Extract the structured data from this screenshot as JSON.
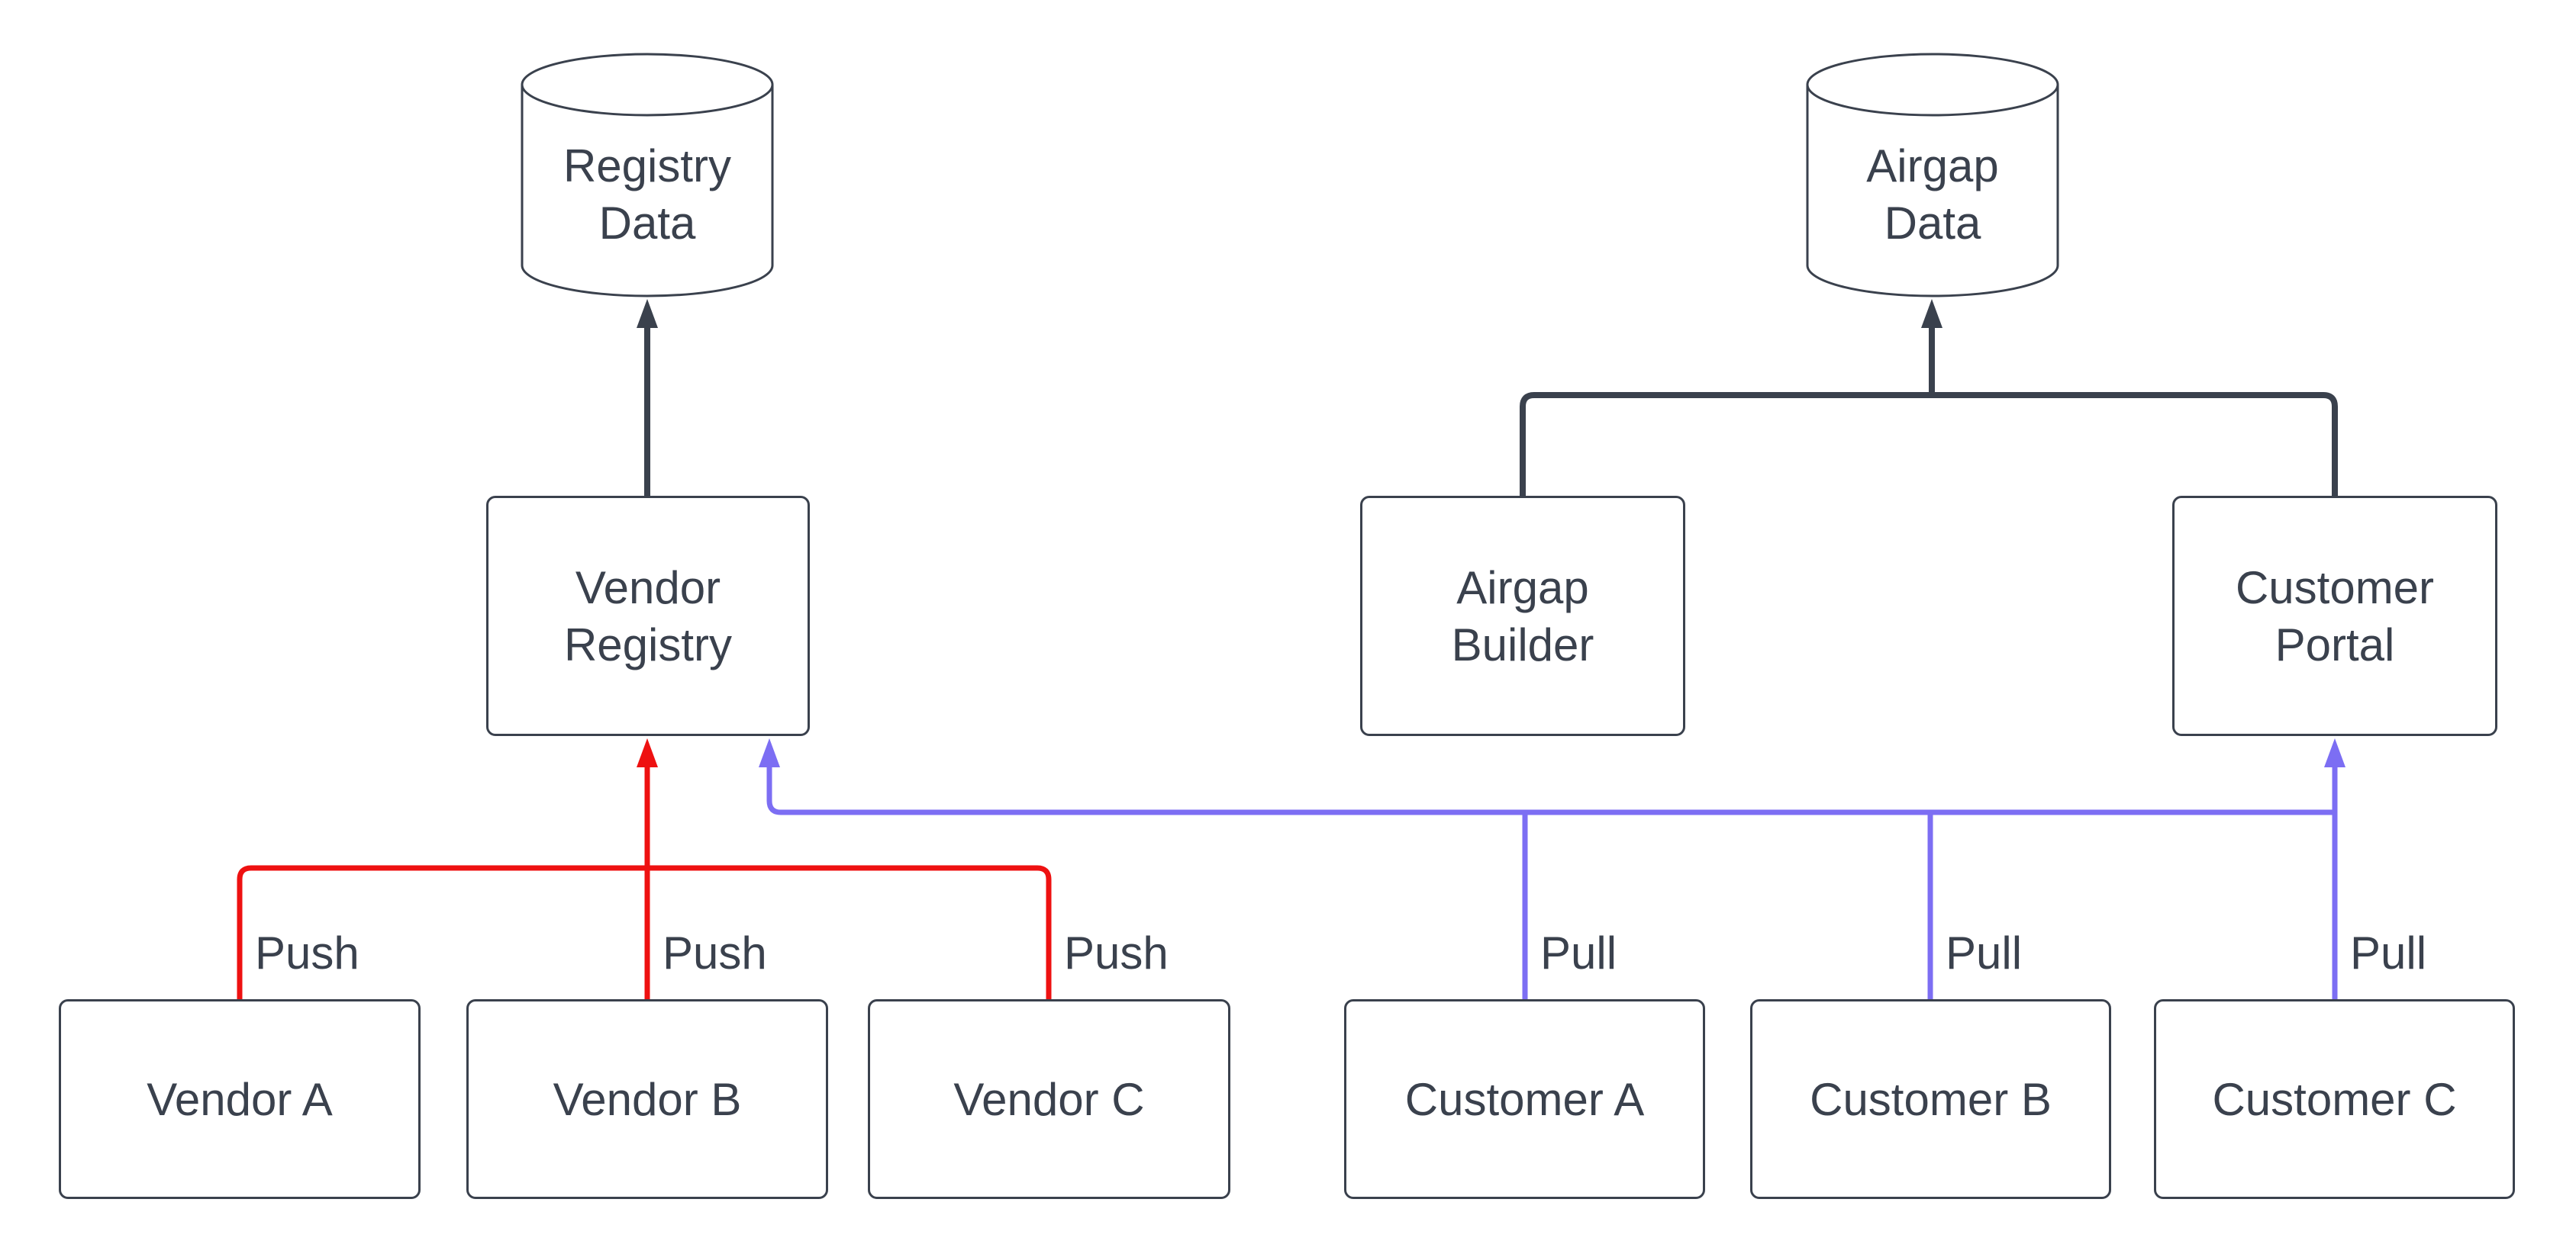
{
  "diagram": {
    "colors": {
      "line_dark": "#3a414d",
      "line_push": "#ee1111",
      "line_pull": "#7c6ef3",
      "node_fill": "#ffffff",
      "background": "#ffffff"
    },
    "nodes": {
      "registry_data": {
        "type": "database",
        "label": "Registry\nData"
      },
      "airgap_data": {
        "type": "database",
        "label": "Airgap\nData"
      },
      "vendor_registry": {
        "type": "process",
        "label": "Vendor\nRegistry"
      },
      "airgap_builder": {
        "type": "process",
        "label": "Airgap\nBuilder"
      },
      "customer_portal": {
        "type": "process",
        "label": "Customer\nPortal"
      },
      "vendor_a": {
        "type": "source",
        "label": "Vendor A"
      },
      "vendor_b": {
        "type": "source",
        "label": "Vendor B"
      },
      "vendor_c": {
        "type": "source",
        "label": "Vendor C"
      },
      "customer_a": {
        "type": "source",
        "label": "Customer A"
      },
      "customer_b": {
        "type": "source",
        "label": "Customer B"
      },
      "customer_c": {
        "type": "source",
        "label": "Customer C"
      }
    },
    "edges": [
      {
        "from": "Vendor Registry",
        "to": "Registry Data",
        "color": "dark",
        "label": ""
      },
      {
        "from": "Airgap Builder",
        "to": "Airgap Data",
        "color": "dark",
        "label": ""
      },
      {
        "from": "Customer Portal",
        "to": "Airgap Data",
        "color": "dark",
        "label": ""
      },
      {
        "from": "Vendor A",
        "to": "Vendor Registry",
        "color": "red",
        "label": "Push"
      },
      {
        "from": "Vendor B",
        "to": "Vendor Registry",
        "color": "red",
        "label": "Push"
      },
      {
        "from": "Vendor C",
        "to": "Vendor Registry",
        "color": "red",
        "label": "Push"
      },
      {
        "from": "Customer A",
        "to": "Vendor Registry",
        "color": "blue",
        "label": "Pull"
      },
      {
        "from": "Customer B",
        "to": "Vendor Registry",
        "color": "blue",
        "label": "Pull"
      },
      {
        "from": "Customer C",
        "to": "Customer Portal",
        "color": "blue",
        "label": "Pull"
      }
    ]
  }
}
